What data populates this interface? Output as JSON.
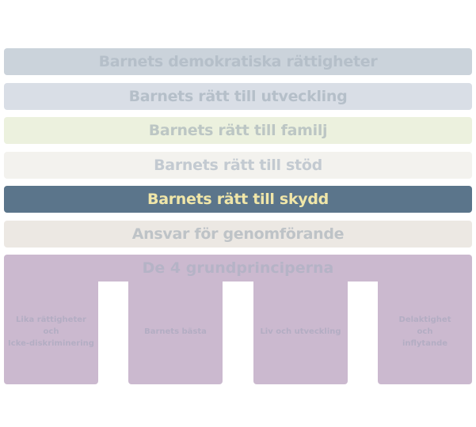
{
  "bars": [
    {
      "label": "Barnets demokratiska rättigheter",
      "color": "#cbd3db"
    },
    {
      "label": "Barnets rätt till utveckling",
      "color": "#d9dee6"
    },
    {
      "label": "Barnets rätt till familj",
      "color": "#ecf1de"
    },
    {
      "label": "Barnets rätt till stöd",
      "color": "#f3f2ee"
    },
    {
      "label": "Barnets rätt till skydd",
      "color": "#5b758b",
      "text_color": "#f0e6a8"
    },
    {
      "label": "Ansvar för genomförande",
      "color": "#ece8e3"
    }
  ],
  "principles": {
    "title": "De 4 grundprinciperna",
    "color": "#cbb9cf",
    "pillars": [
      {
        "lines": [
          "Lika rättigheter",
          "och",
          "Icke-diskriminering"
        ]
      },
      {
        "lines": [
          "Barnets bästa"
        ]
      },
      {
        "lines": [
          "Liv och utveckling"
        ]
      },
      {
        "lines": [
          "Delaktighet",
          "och",
          "inflytande"
        ]
      }
    ]
  }
}
